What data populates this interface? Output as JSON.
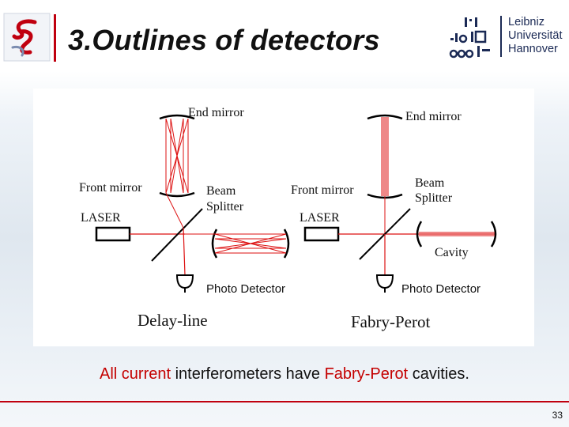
{
  "header": {
    "title": "3.Outlines of detectors",
    "university": {
      "line1": "Leibniz",
      "line2": "Universität",
      "line3": "Hannover"
    }
  },
  "diagram": {
    "left": {
      "name": "Delay-line",
      "labels": {
        "end_mirror": "End mirror",
        "front_mirror": "Front mirror",
        "laser": "LASER",
        "beam": "Beam",
        "splitter": "Splitter",
        "photo_detector": "Photo  Detector"
      }
    },
    "right": {
      "name": "Fabry-Perot",
      "labels": {
        "end_mirror": "End mirror",
        "front_mirror": "Front mirror",
        "laser": "LASER",
        "beam": "Beam",
        "splitter": "Splitter",
        "cavity": "Cavity",
        "photo_detector": "Photo  Detector"
      }
    },
    "colors": {
      "beam": "#dd1111",
      "optics": "#000000"
    }
  },
  "caption": {
    "part1": "All current",
    "part2": " interferometers have ",
    "part3": "Fabry-Perot",
    "part4": " cavities."
  },
  "footer": {
    "page_number": "33"
  },
  "colors": {
    "accent": "#c0000f",
    "highlight_text": "#c40000",
    "uni_blue": "#1b2a55"
  }
}
